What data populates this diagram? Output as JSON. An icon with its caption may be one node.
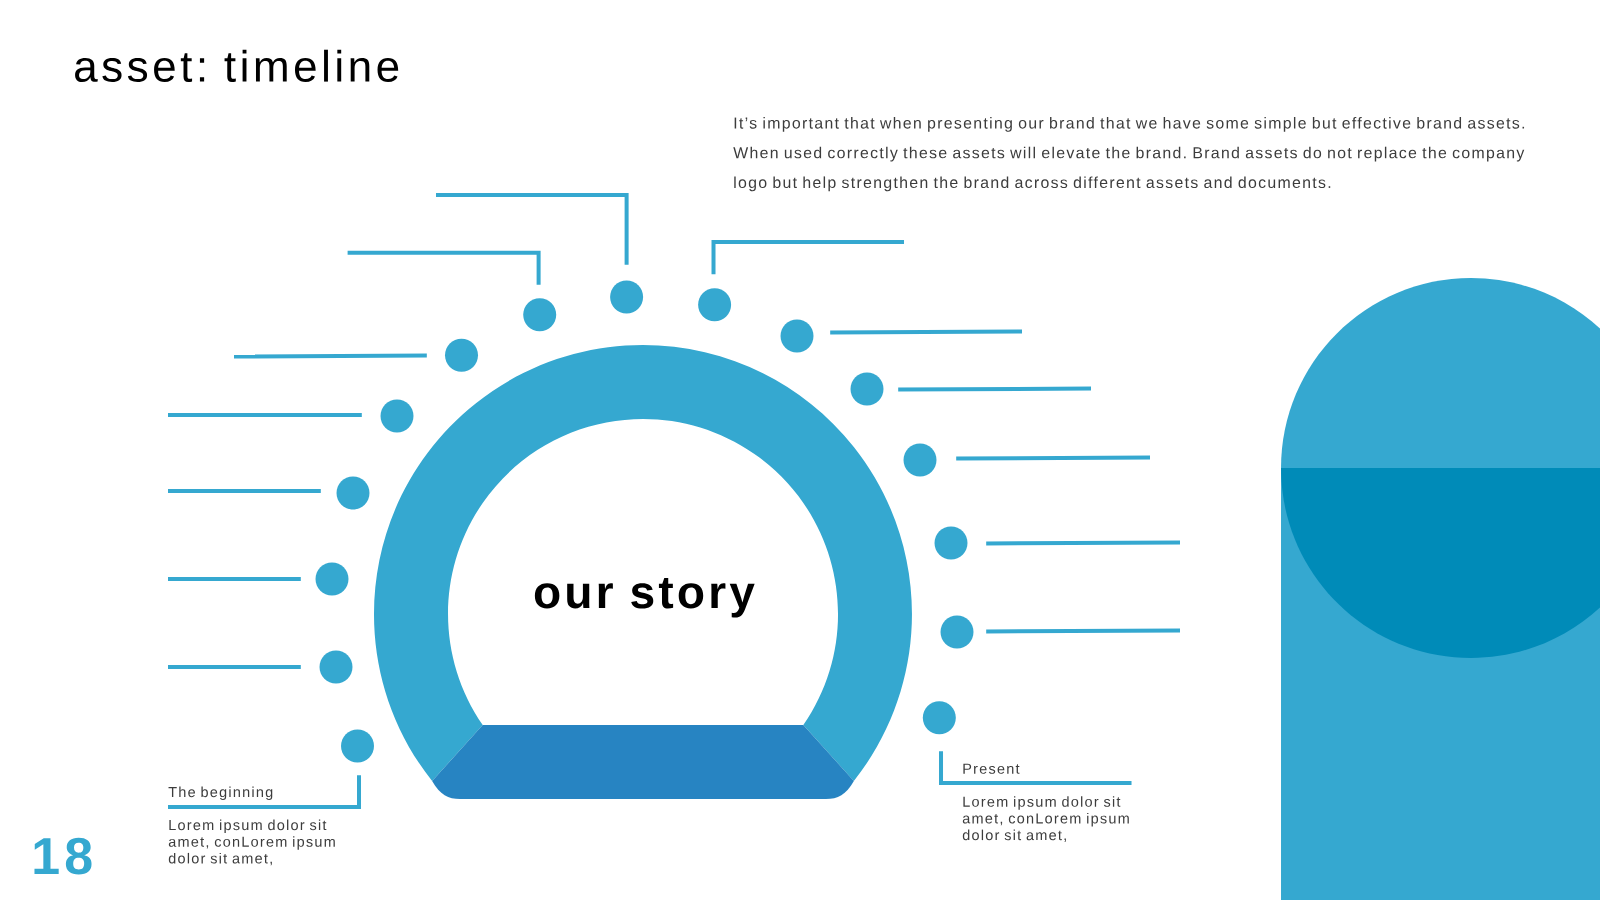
{
  "diagram": {
    "title": "asset: timeline",
    "nodes": [
      {
        "text": [
          "our story"
        ]
      },
      {
        "text": [],
        "shape": "circle"
      },
      {
        "text": [],
        "shape": "circle"
      },
      {
        "text": [],
        "shape": "circle"
      },
      {
        "text": [],
        "shape": "circle"
      },
      {
        "text": [],
        "shape": "circle"
      },
      {
        "text": [],
        "shape": "circle"
      },
      {
        "text": [],
        "shape": "circle"
      },
      {
        "text": [],
        "shape": "circle"
      },
      {
        "text": [],
        "shape": "circle"
      },
      {
        "text": [],
        "shape": "circle"
      },
      {
        "text": [],
        "shape": "circle"
      },
      {
        "text": [],
        "shape": "circle"
      },
      {
        "text": [],
        "shape": "circle"
      },
      {
        "text": [],
        "shape": "circle"
      },
      {
        "text": [],
        "shape": "circle"
      },
      {
        "text": [
          "The beginning",
          "Lorem ipsum dolor sit amet, conLorem ipsum dolor sit amet,"
        ]
      },
      {
        "text": [
          "Present",
          "Lorem ipsum dolor sit amet, conLorem ipsum dolor sit amet,"
        ]
      }
    ],
    "edges": [
      {
        "from": 16,
        "to": 1,
        "arrow": "none"
      },
      {
        "from": 2,
        "to": null,
        "arrow": "none"
      },
      {
        "from": 3,
        "to": null,
        "arrow": "none"
      },
      {
        "from": 4,
        "to": null,
        "arrow": "none"
      },
      {
        "from": 5,
        "to": null,
        "arrow": "none"
      },
      {
        "from": 6,
        "to": null,
        "arrow": "none"
      },
      {
        "from": 7,
        "to": null,
        "arrow": "none"
      },
      {
        "from": 8,
        "to": null,
        "arrow": "none"
      },
      {
        "from": 9,
        "to": null,
        "arrow": "none"
      },
      {
        "from": 10,
        "to": null,
        "arrow": "none"
      },
      {
        "from": 11,
        "to": null,
        "arrow": "none"
      },
      {
        "from": 12,
        "to": null,
        "arrow": "none"
      },
      {
        "from": 13,
        "to": null,
        "arrow": "none"
      },
      {
        "from": 14,
        "to": null,
        "arrow": "none"
      },
      {
        "from": 17,
        "to": 15,
        "arrow": "none"
      }
    ],
    "labels": [
      "It’s important that when presenting our brand that we have some simple but effective brand assets. When used correctly these assets will elevate the brand. Brand assets do not replace the company logo but help strengthen the brand across different assets and documents.",
      "18"
    ]
  }
}
